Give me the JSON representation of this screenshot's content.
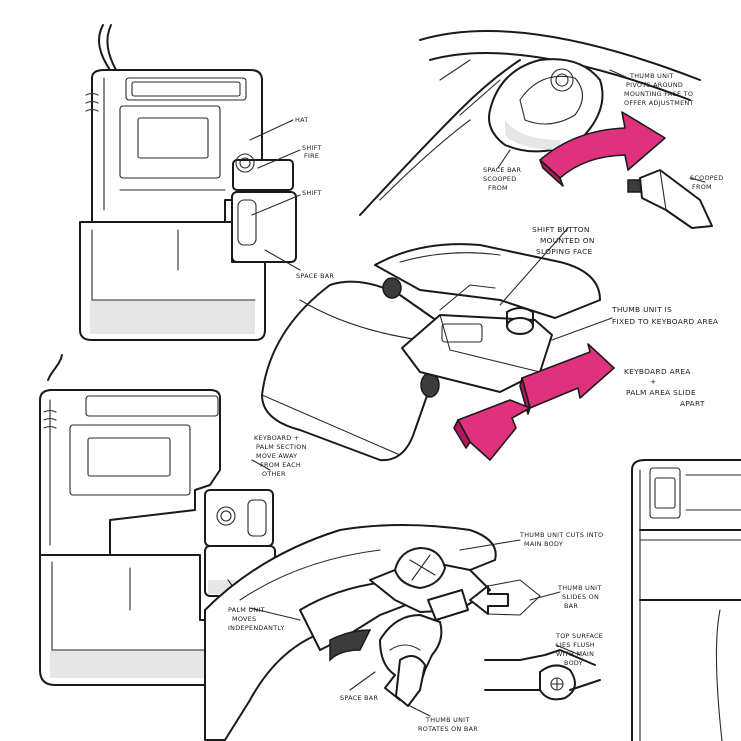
{
  "annotations": {
    "hat": "HAT",
    "shift_fire_1": "SHIFT",
    "shift_fire_2": "FIRE",
    "shift": "SHIFT",
    "space_bar_1": "SPACE BAR",
    "thumb_pivot_1": "THUMB UNIT",
    "thumb_pivot_2": "PIVOTS AROUND",
    "thumb_pivot_3": "MOUNTING FACE TO",
    "thumb_pivot_4": "OFFER ADJUSTMENT",
    "space_scooped_1": "SPACE BAR",
    "space_scooped_2": "SCOOPED",
    "space_scooped_3": "FROM",
    "scooped_from_1": "SCOOPED",
    "scooped_from_2": "FROM",
    "shift_button_1": "SHIFT BUTTON",
    "shift_button_2": "MOUNTED ON",
    "shift_button_3": "SLOPING FACE",
    "thumb_fixed_1": "THUMB UNIT IS",
    "thumb_fixed_2": "FIXED TO KEYBOARD AREA",
    "kb_palm_1": "KEYBOARD AREA",
    "kb_palm_2": "+",
    "kb_palm_3": "PALM AREA SLIDE",
    "kb_palm_4": "APART",
    "kb_move_1": "KEYBOARD +",
    "kb_move_2": "PALM SECTION",
    "kb_move_3": "MOVE AWAY",
    "kb_move_4": "FROM EACH",
    "kb_move_5": "OTHER",
    "thumb_cuts_1": "THUMB UNIT CUTS INTO",
    "thumb_cuts_2": "MAIN BODY",
    "thumb_slides_1": "THUMB UNIT",
    "thumb_slides_2": "SLIDES ON",
    "thumb_slides_3": "BAR",
    "top_surface_1": "TOP SURFACE",
    "top_surface_2": "LIES FLUSH",
    "top_surface_3": "WITH MAIN",
    "top_surface_4": "BODY",
    "palm_unit_1": "PALM UNIT",
    "palm_unit_2": "MOVES",
    "palm_unit_3": "INDEPENDANTLY",
    "space_bar_2": "SPACE BAR",
    "thumb_rotates_1": "THUMB UNIT",
    "thumb_rotates_2": "ROTATES ON BAR"
  },
  "colors": {
    "ink": "#1a1a1a",
    "accent_pink": "#e0317f",
    "accent_pink_dark": "#b5175f",
    "paper": "#ffffff"
  }
}
